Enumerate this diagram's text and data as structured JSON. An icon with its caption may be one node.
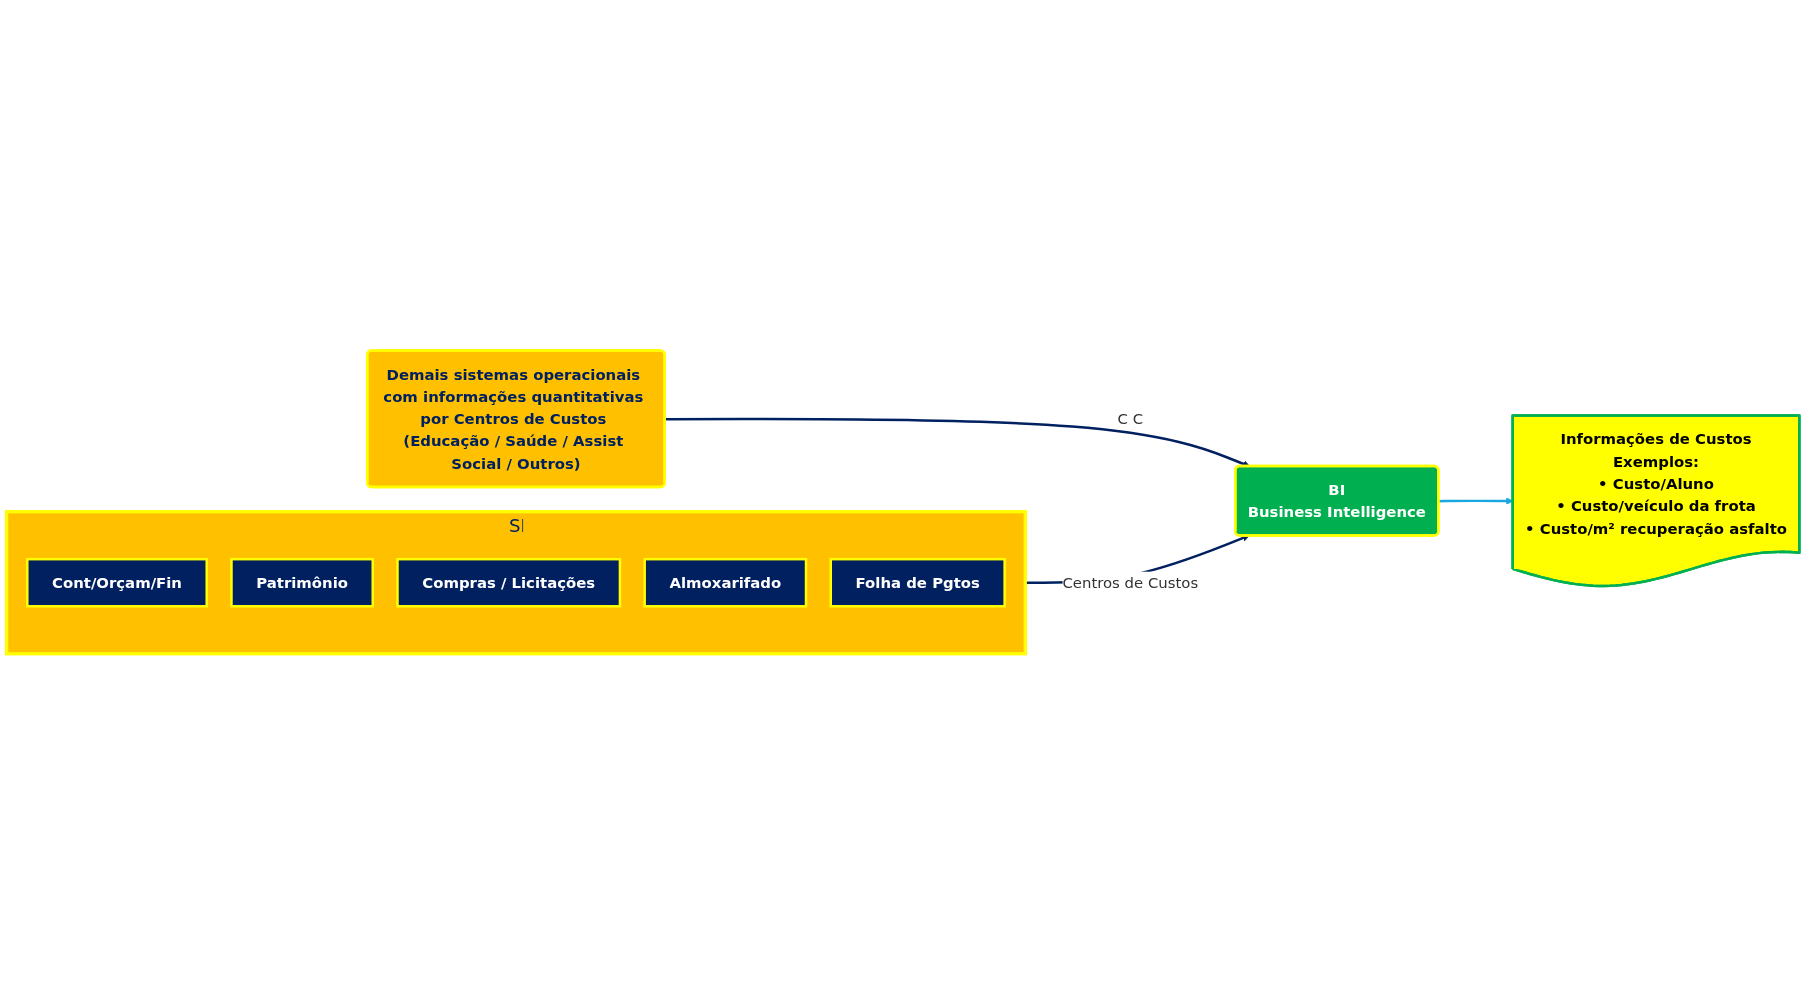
{
  "diagram": {
    "nodes": [
      {
        "text": [
          "SI"
        ]
      },
      {
        "text": [
          "Cont/Orçam/Fin"
        ],
        "in": 0
      },
      {
        "text": [
          "Patrimônio"
        ],
        "in": 0
      },
      {
        "text": [
          "Compras / Licitações"
        ],
        "in": 0
      },
      {
        "text": [
          "Almoxarifado"
        ],
        "in": 0
      },
      {
        "text": [
          "Folha de Pgtos"
        ],
        "in": 0
      },
      {
        "text": [
          "BI",
          "Business Intelligence"
        ]
      },
      {
        "text": [
          "Demais sistemas operacionais com informações quantitativas por Centros de Custos (Educação / Saúde / Assist Social / Outros)"
        ]
      },
      {
        "text": [
          "Informações de Custos",
          "Exemplos:",
          "• Custo/Aluno",
          "• Custo/veículo da frota",
          "• Custo/m² recuperação asfalto"
        ]
      }
    ],
    "edges": [
      {
        "from": 0,
        "to": 6,
        "arrow": "to",
        "label": "Centros de Custos"
      },
      {
        "from": 7,
        "to": 6,
        "arrow": "to",
        "label": "C C"
      },
      {
        "from": 6,
        "to": 8,
        "arrow": "to",
        "color": "#1aa7e0"
      }
    ]
  }
}
